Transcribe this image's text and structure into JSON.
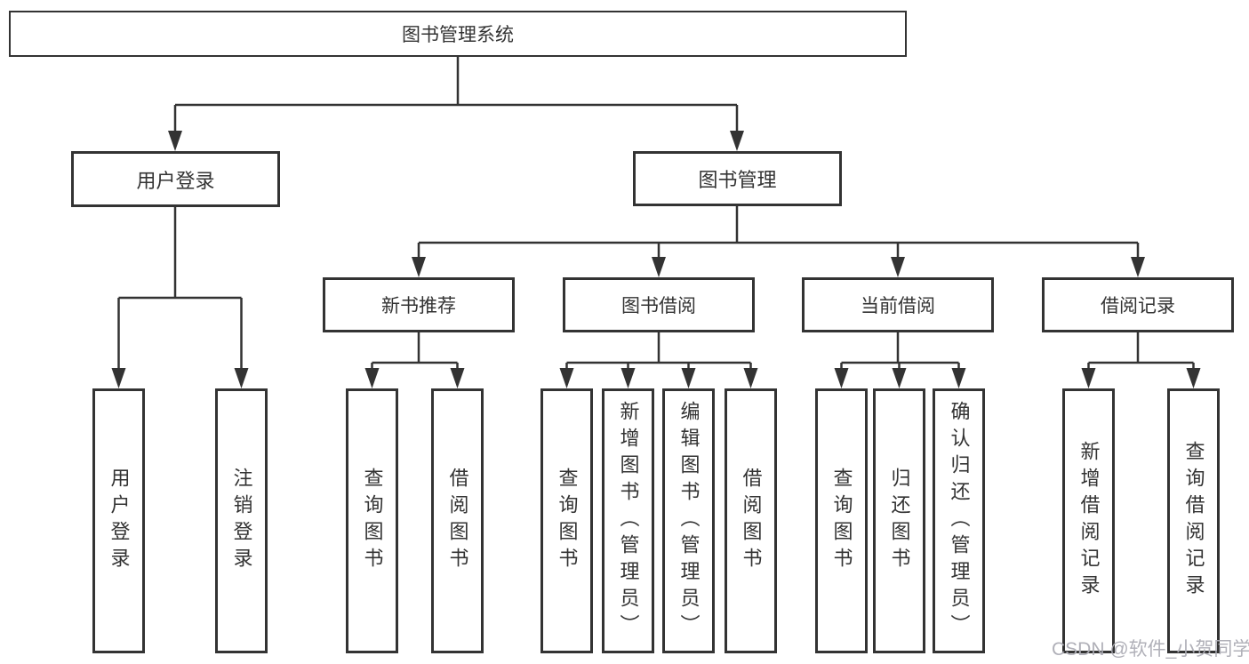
{
  "diagram": {
    "root_label": "图书管理系统",
    "branches": [
      {
        "label": "用户登录",
        "children": [
          "用户登录",
          "注销登录"
        ]
      },
      {
        "label": "图书管理",
        "groups": [
          {
            "label": "新书推荐",
            "children": [
              "查询图书",
              "借阅图书"
            ]
          },
          {
            "label": "图书借阅",
            "children": [
              "查询图书",
              "新增图书（管理员）",
              "编辑图书（管理员）",
              "借阅图书"
            ]
          },
          {
            "label": "当前借阅",
            "children": [
              "查询图书",
              "归还图书",
              "确认归还（管理员）"
            ]
          },
          {
            "label": "借阅记录",
            "children": [
              "新增借阅记录",
              "查询借阅记录"
            ]
          }
        ]
      }
    ]
  },
  "watermark": {
    "text": "CSDN @软件_小贺同学"
  },
  "colors": {
    "line": "#333333",
    "box_border": "#333333",
    "text": "#333333",
    "background": "#ffffff",
    "watermark": "#acacb4"
  }
}
